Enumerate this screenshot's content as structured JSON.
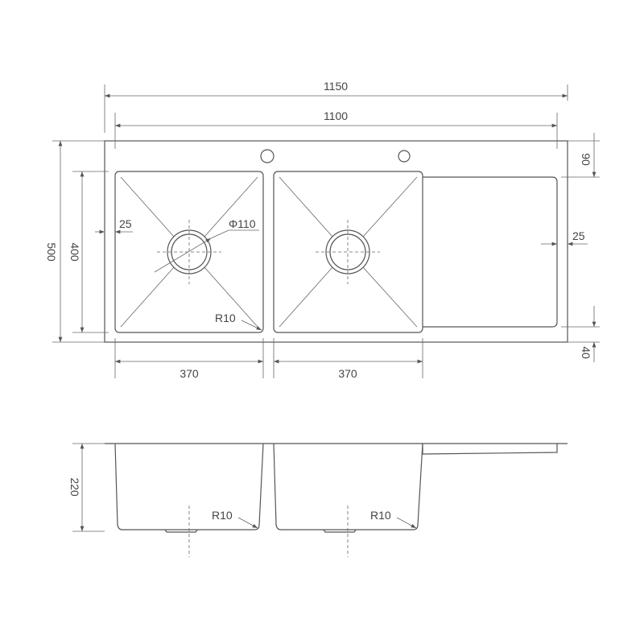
{
  "top_view": {
    "overall_width": "1150",
    "inner_width": "1100",
    "overall_depth": "500",
    "basin_depth": "400",
    "left_margin": "25",
    "drain_diameter": "Φ110",
    "corner_radius": "R10",
    "basin1_width": "370",
    "basin2_width": "370",
    "right_margin": "25",
    "top_margin": "90",
    "bottom_margin": "40"
  },
  "side_view": {
    "bowl_height": "220",
    "radius_left": "R10",
    "radius_right": "R10"
  }
}
